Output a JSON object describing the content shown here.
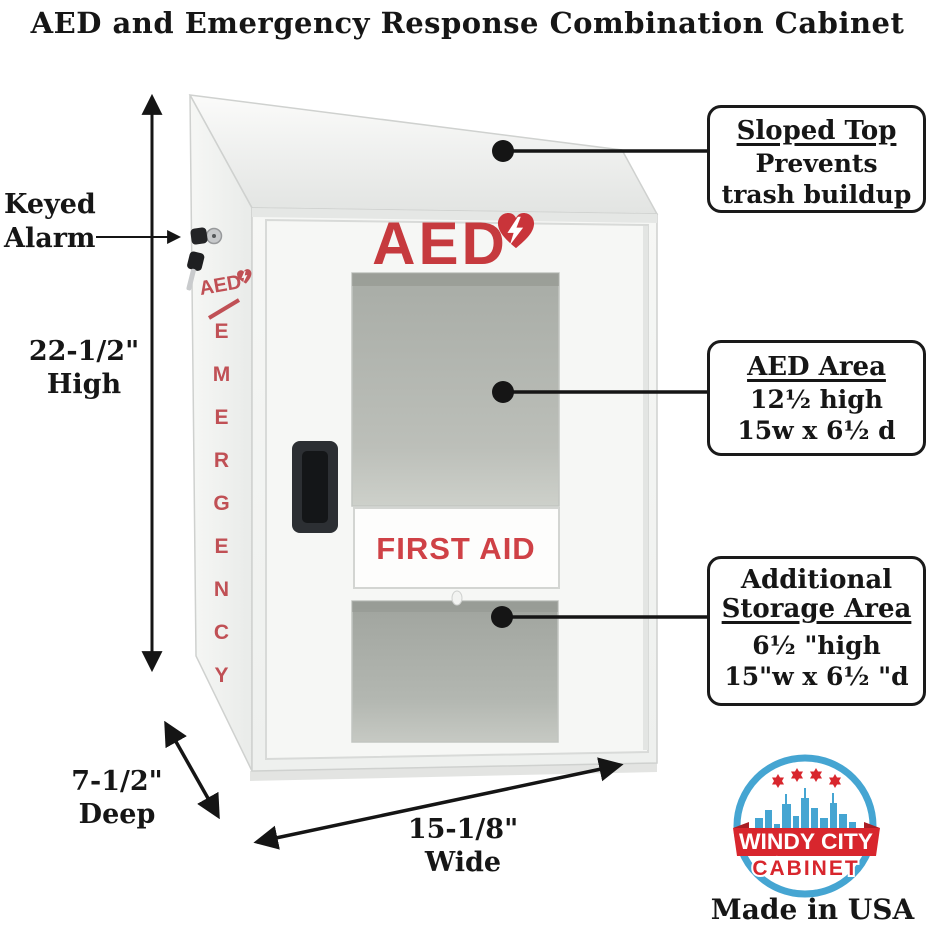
{
  "title": "AED and Emergency Response Combination Cabinet",
  "cabinet": {
    "door_logo": "AED",
    "side_logo": "AED",
    "side_text": "EMERGENCY",
    "first_aid": "FIRST AID"
  },
  "callouts": {
    "sloped_top": {
      "title": "Sloped Top",
      "body1": "Prevents",
      "body2": "trash buildup"
    },
    "aed_area": {
      "title": "AED Area",
      "body1": "12½ high",
      "body2": "15w x 6½ d"
    },
    "storage_area": {
      "title1": "Additional",
      "title2": "Storage Area",
      "body1": "6½ \"high",
      "body2": "15\"w x 6½ \"d"
    }
  },
  "dimensions": {
    "keyed_alarm1": "Keyed",
    "keyed_alarm2": "Alarm",
    "height1": "22-1/2\"",
    "height2": "High",
    "depth1": "7-1/2\"",
    "depth2": "Deep",
    "width1": "15-1/8\"",
    "width2": "Wide"
  },
  "brand": {
    "line1": "WINDY CITY",
    "line2": "CABINET",
    "made_in": "Made in USA"
  },
  "colors": {
    "aed_red": "#c63a3e",
    "side_red": "#c05055",
    "first_aid_red": "#cf4146",
    "logo_blue": "#45a5d2",
    "logo_red": "#d8262d",
    "ink": "#161616"
  }
}
